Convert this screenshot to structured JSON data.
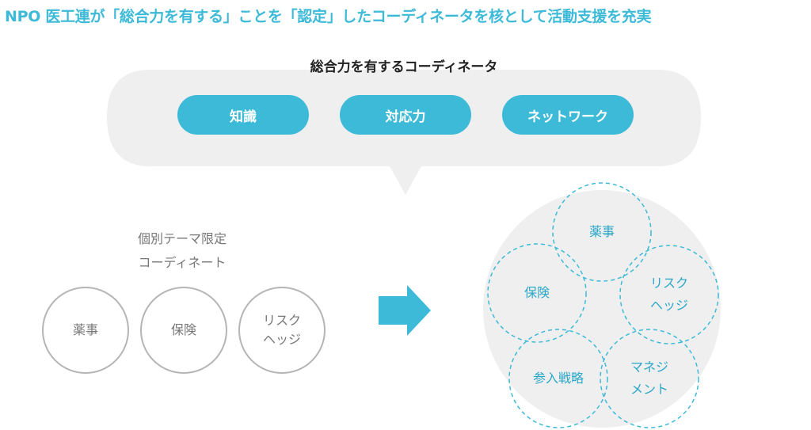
{
  "headline": "NPO 医工連が「総合力を有する」ことを「認定」したコーディネータを核として活動支援を充実",
  "bubble": {
    "title": "総合力を有するコーディネータ",
    "pills": [
      "知識",
      "対応力",
      "ネットワーク"
    ]
  },
  "left": {
    "caption_line1": "個別テーマ限定",
    "caption_line2": "コーディネート",
    "circles": [
      {
        "line1": "薬事",
        "line2": ""
      },
      {
        "line1": "保険",
        "line2": ""
      },
      {
        "line1": "リスク",
        "line2": "ヘッジ"
      }
    ]
  },
  "right": {
    "circles": [
      {
        "line1": "薬事",
        "line2": ""
      },
      {
        "line1": "保険",
        "line2": ""
      },
      {
        "line1": "リスク",
        "line2": "ヘッジ"
      },
      {
        "line1": "参入戦略",
        "line2": ""
      },
      {
        "line1": "マネジ",
        "line2": "メント"
      }
    ]
  },
  "colors": {
    "accent": "#3cbad8",
    "bubble_bg": "#efefef",
    "gray_text": "#777777",
    "gray_border": "#b5b5b5"
  }
}
